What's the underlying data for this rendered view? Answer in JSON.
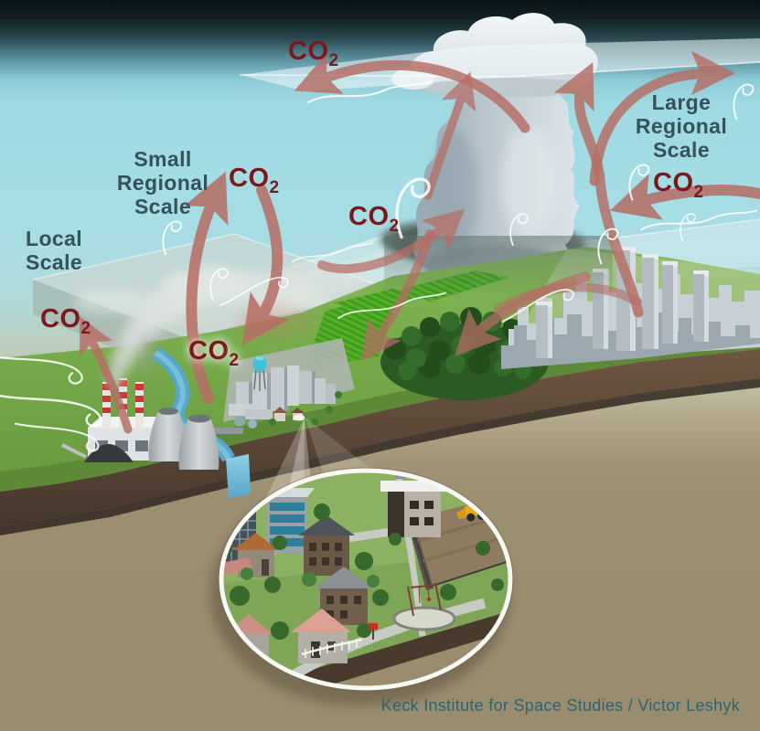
{
  "labels": {
    "local": {
      "lines": [
        "Local",
        "Scale"
      ]
    },
    "small_regional": {
      "lines": [
        "Small",
        "Regional",
        "Scale"
      ]
    },
    "large_regional": {
      "lines": [
        "Large",
        "Regional",
        "Scale"
      ]
    },
    "co2": {
      "main": "CO",
      "sub": "2"
    }
  },
  "credit": "Keck Institute for Space Studies / Victor Leshyk",
  "colors": {
    "co2_text": "#7a191d",
    "scale_text": "#35525b",
    "credit_text": "#2e6370",
    "arrow_red": "#b66d64",
    "sky_top": "#0a1315",
    "sky_blue": "#a6dde5",
    "ground_tan": "#9a8c6f",
    "grass_green": "#74a647",
    "field_green": "#46a01e",
    "forest_green": "#2b5a23",
    "river_blue": "#4fa3c8"
  },
  "scene": {
    "elements": [
      "cumulonimbus-cloud",
      "anvil-layer-sheet",
      "boundary-layer-slab",
      "mid-layer-sheet",
      "right-layer-sheet",
      "power-plant",
      "smoke-plume",
      "river",
      "industrial-town",
      "farm-fields",
      "forest",
      "city-skyline",
      "wind-swirls",
      "co2-arrows",
      "zoom-inset-neighborhood"
    ]
  }
}
